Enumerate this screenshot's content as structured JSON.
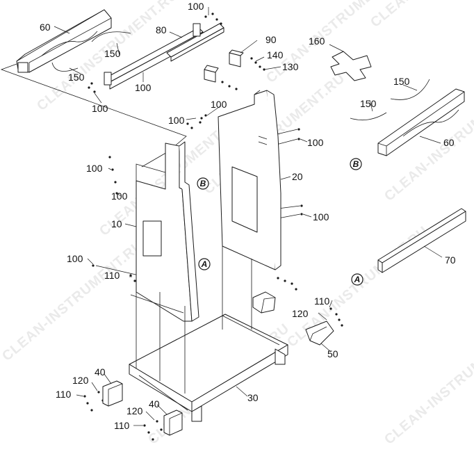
{
  "watermark": "CLEAN-INSTRUMENT.RU",
  "callouts": {
    "c60a": "60",
    "c150a": "150",
    "c150b": "150",
    "c100a": "100",
    "c80": "80",
    "c90": "90",
    "c140": "140",
    "c130": "130",
    "c100b": "100",
    "c100c": "100",
    "c160": "160",
    "c150c": "150",
    "c150d": "150",
    "c60b": "60",
    "c100d": "100",
    "c100e": "100",
    "c100f": "100",
    "c20": "20",
    "c100g": "100",
    "c100h": "100",
    "c10": "10",
    "c100i": "100",
    "c110a": "110",
    "c100j": "100",
    "c70": "70",
    "c110b": "110",
    "c120a": "120",
    "c50": "50",
    "c30": "30",
    "c40a": "40",
    "c120b": "120",
    "c110c": "110",
    "c40b": "40",
    "c120c": "120",
    "c110d": "110"
  },
  "refs": {
    "a1": "A",
    "a2": "A",
    "b1": "B",
    "b2": "B"
  }
}
